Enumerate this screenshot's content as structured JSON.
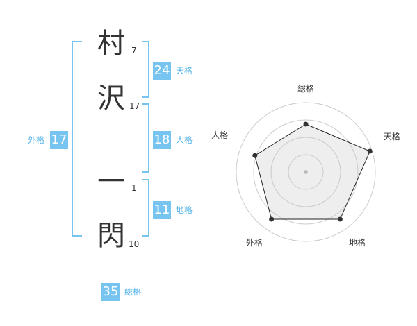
{
  "name": {
    "chars": [
      {
        "char": "村",
        "strokes": "7"
      },
      {
        "char": "沢",
        "strokes": "17"
      },
      {
        "char": "一",
        "strokes": "1"
      },
      {
        "char": "閃",
        "strokes": "10"
      }
    ]
  },
  "fortunes": {
    "tenkaku": {
      "value": "24",
      "label": "天格"
    },
    "jinkaku": {
      "value": "18",
      "label": "人格"
    },
    "chikaku": {
      "value": "11",
      "label": "地格"
    },
    "gaikaku": {
      "value": "17",
      "label": "外格"
    },
    "soukaku": {
      "value": "35",
      "label": "総格"
    }
  },
  "colors": {
    "accent": "#78c4f0",
    "bracket": "#78c4f0",
    "label": "#55b4ea"
  },
  "chart_data": {
    "type": "radar",
    "axes": [
      "総格",
      "天格",
      "地格",
      "外格",
      "人格"
    ],
    "values": [
      0.69,
      0.97,
      0.84,
      0.84,
      0.77
    ],
    "range": [
      0,
      1
    ],
    "rings": 4
  }
}
